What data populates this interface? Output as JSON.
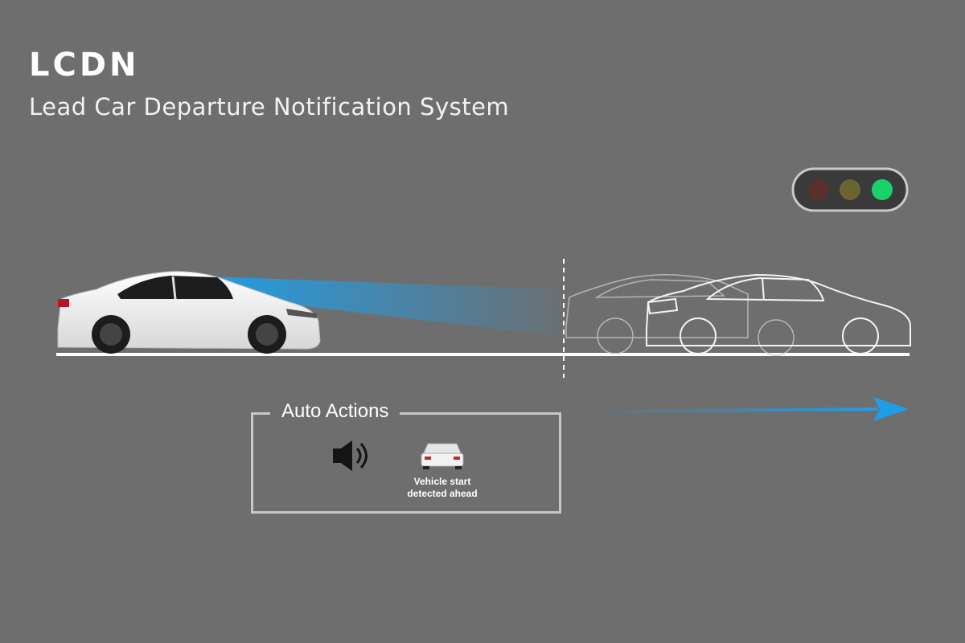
{
  "header": {
    "title": "LCDN",
    "subtitle": "Lead Car Departure Notification System"
  },
  "auto_actions": {
    "label": "Auto Actions",
    "caption_line1": "Vehicle start",
    "caption_line2": "detected ahead"
  },
  "colors": {
    "background": "#6e6e6e",
    "accent_blue": "#1f9ee8",
    "light_green": "#19d36a",
    "light_yellow_off": "#6b6431",
    "light_red_off": "#5c2f2f"
  },
  "traffic_light": {
    "active": "green"
  },
  "icons": {
    "speaker": "speaker-icon",
    "vehicle": "vehicle-front-icon",
    "arrow": "arrow-right-icon"
  }
}
